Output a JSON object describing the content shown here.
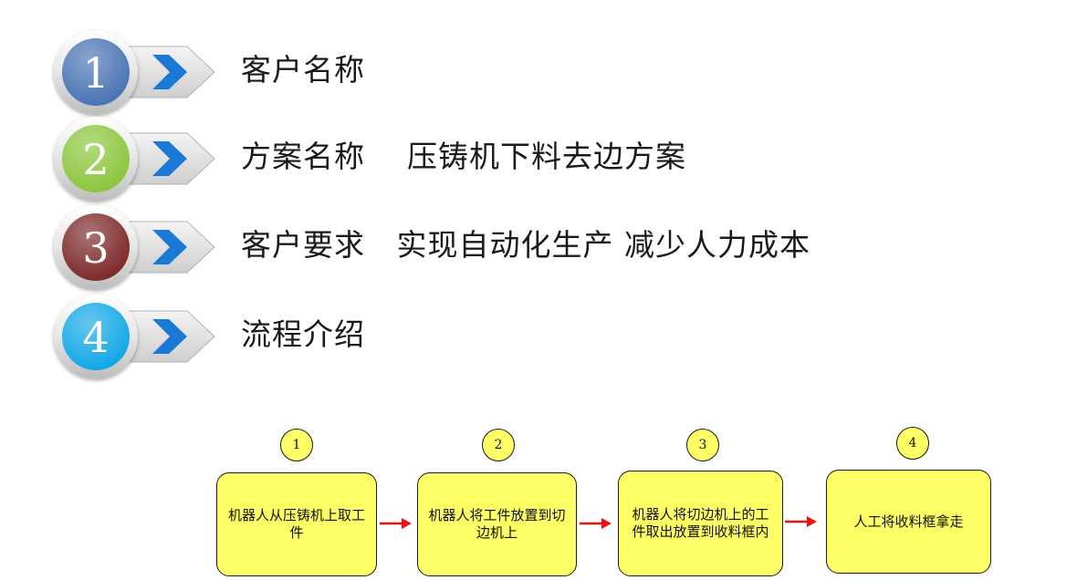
{
  "agenda": {
    "items": [
      {
        "number": "1",
        "text": "客户名称",
        "color": "#4a74b4"
      },
      {
        "number": "2",
        "text": "方案名称    压铸机下料去边方案",
        "color": "#8cc63e"
      },
      {
        "number": "3",
        "text": "客户要求   实现自动化生产 减少人力成本",
        "color": "#7d2a2a"
      },
      {
        "number": "4",
        "text": "流程介绍",
        "color": "#12a8e6"
      }
    ],
    "arrow_color": "#1a78d6"
  },
  "flow": {
    "steps": [
      {
        "number": "1",
        "text": "机器人从压铸机上取工件"
      },
      {
        "number": "2",
        "text": "机器人将工件放置到切边机上"
      },
      {
        "number": "3",
        "text": "机器人将切边机上的工件取出放置到收料框内"
      },
      {
        "number": "4",
        "text": "人工将收料框拿走"
      }
    ],
    "box_color": "#ffff66",
    "arrow_color": "#ee1111"
  }
}
